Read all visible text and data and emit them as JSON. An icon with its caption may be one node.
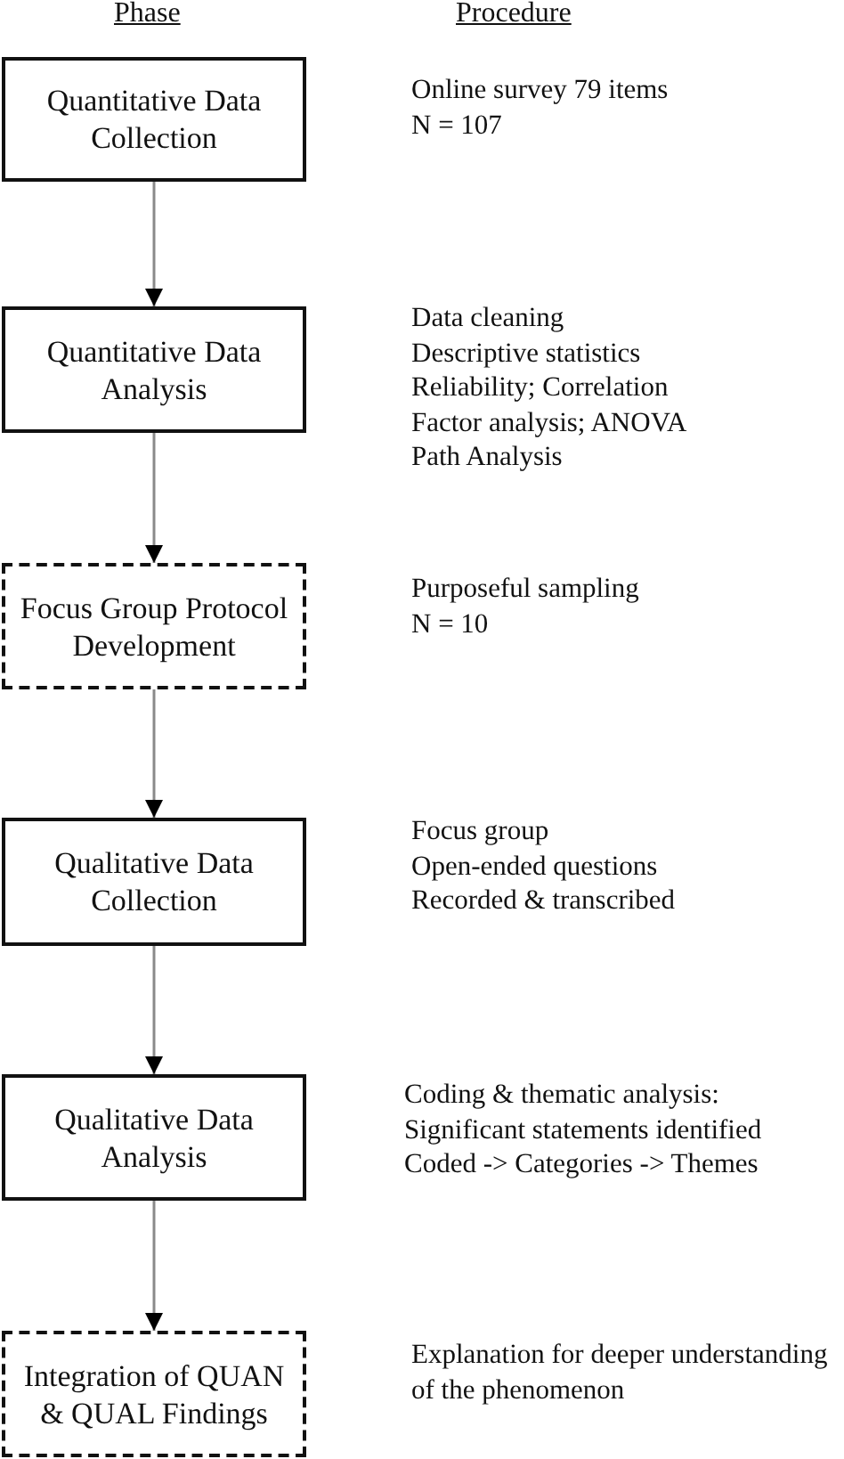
{
  "diagram": {
    "nodes": [
      {
        "text": [
          "Quantitative Data Collection"
        ],
        "beside": [
          "Online survey 79 items",
          "N = 107"
        ]
      },
      {
        "text": [
          "Quantitative Data Analysis"
        ],
        "beside": [
          "Data cleaning",
          "Descriptive statistics",
          "Reliability; Correlation",
          "Factor analysis; ANOVA",
          "Path Analysis"
        ]
      },
      {
        "text": [
          "Focus Group Protocol Development"
        ],
        "beside": [
          "Purposeful sampling",
          "N = 10"
        ]
      },
      {
        "text": [
          "Qualitative Data Collection"
        ],
        "beside": [
          "Focus group",
          "Open-ended questions",
          "Recorded & transcribed"
        ]
      },
      {
        "text": [
          "Qualitative Data Analysis"
        ],
        "beside": [
          "Coding & thematic analysis:",
          "Significant statements identified",
          "Coded -> Categories -> Themes"
        ]
      },
      {
        "text": [
          "Integration of QUAN & QUAL Findings"
        ],
        "beside": [
          "Explanation for deeper understanding of the phenomenon"
        ]
      }
    ],
    "edges": [
      {
        "from": 0,
        "to": 1,
        "arrow": "to"
      },
      {
        "from": 1,
        "to": 2,
        "arrow": "to"
      },
      {
        "from": 2,
        "to": 3,
        "arrow": "to"
      },
      {
        "from": 3,
        "to": 4,
        "arrow": "to"
      },
      {
        "from": 4,
        "to": 5,
        "arrow": "to"
      }
    ],
    "labels": [
      "Phase",
      "Procedure"
    ]
  }
}
